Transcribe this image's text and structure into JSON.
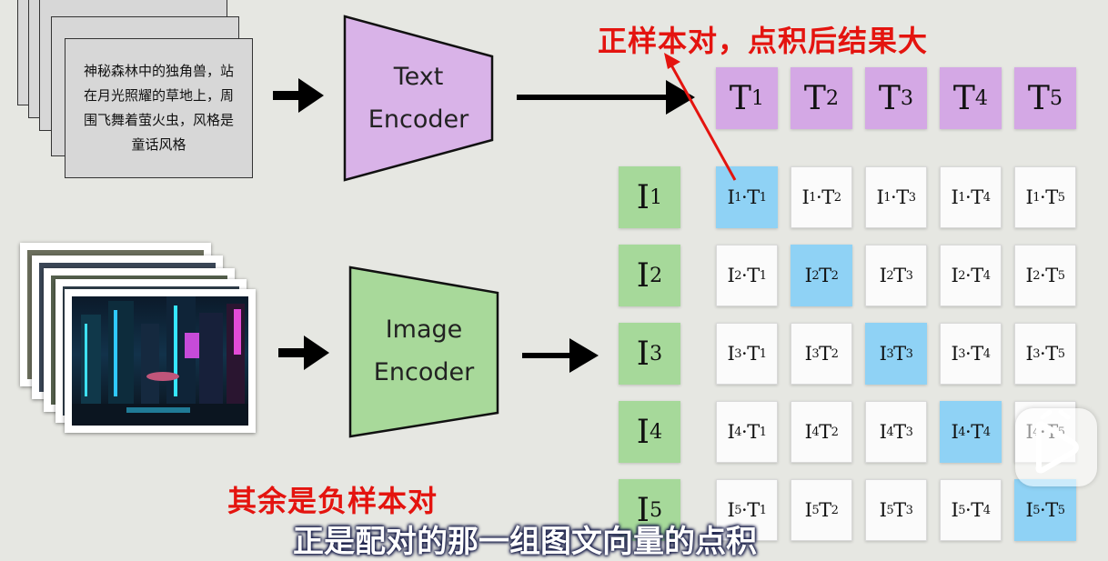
{
  "text_card": {
    "lines": [
      "神秘森林中的独角兽，站",
      "在月光照耀的草地上，周",
      "围飞舞着萤火虫，风格是",
      "童话风格"
    ]
  },
  "encoders": {
    "text": {
      "line1": "Text",
      "line2": "Encoder",
      "color": "#d9b3e8"
    },
    "image": {
      "line1": "Image",
      "line2": "Encoder",
      "color": "#a8d99a"
    }
  },
  "matrix": {
    "t_labels": [
      "T1",
      "T2",
      "T3",
      "T4",
      "T5"
    ],
    "i_labels": [
      "I1",
      "I2",
      "I3",
      "I4",
      "I5"
    ],
    "rows": [
      [
        "I1·T1",
        "I1·T2",
        "I1·T3",
        "I1·T4",
        "I1·T5"
      ],
      [
        "I2·T1",
        "I2T2",
        "I2T3",
        "I2·T4",
        "I2·T5"
      ],
      [
        "I3·T1",
        "I3T2",
        "I3T3",
        "I3·T4",
        "I3·T5"
      ],
      [
        "I4·T1",
        "I4T2",
        "I4T3",
        "I4·T4",
        "I4·T5"
      ],
      [
        "I5·T1",
        "I5T2",
        "I5T3",
        "I5·T4",
        "I5·T5"
      ]
    ],
    "highlight_color": "#8fd2f5"
  },
  "annotations": {
    "positive": "正样本对，点积后结果大",
    "negative": "其余是负样本对",
    "color": "#e4140f"
  },
  "subtitle": "正是配对的那一组图文向量的点积",
  "icons": {
    "play": "play-icon"
  }
}
